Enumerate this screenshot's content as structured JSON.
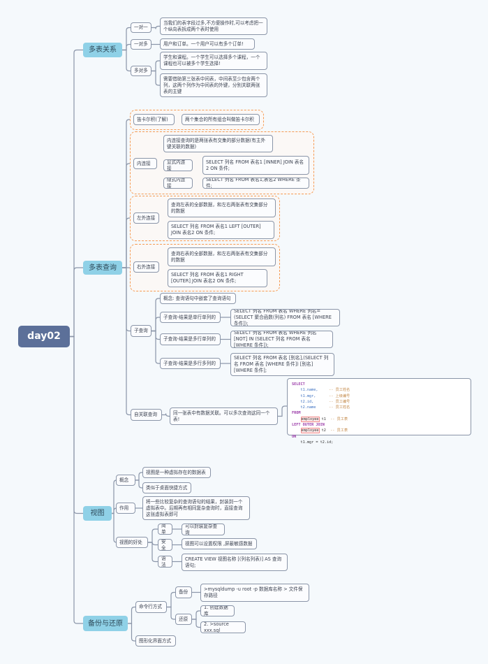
{
  "root": "day02",
  "rel": {
    "title": "多表关系",
    "one_one": "一对一",
    "one_one_d": "当我们的表字段过多,不方便操作时,可以考虑把一个纵向表拆成两个表时使用",
    "one_many": "一对多",
    "one_many_d": "用户和订单。一个用户可以有多个订单!",
    "many_many": "多对多",
    "many_many_d1": "学生和课程。一个学生可以选择多个课程，一个课程也可以被多个学生选择!",
    "many_many_d2": "需要借助第三张表中间表，中间表至少包含两个列，这两个列作为中间表的外键，分别关联两张表的主键"
  },
  "query": {
    "title": "多表查询",
    "cartesian": "笛卡尔积(了解)",
    "cartesian_d": "两个集合的所有组合叫做笛卡尔积",
    "inner": "内连接",
    "inner_d": "内连接查询的是两张表有交集的部分数据(有主外键关联的数据)",
    "explicit": "显式内连接",
    "explicit_sql": "SELECT 列名 FROM 表名1 [INNER] JOIN 表名2 ON 条件;",
    "implicit": "隐式内连接",
    "implicit_sql": "SELECT 列名 FROM 表名1,表名2 WHERE 条件;",
    "left": "左外连接",
    "left_d": "查询左表的全部数据，和左右两张表有交集部分的数据",
    "left_sql": "SELECT 列名 FROM 表名1 LEFT [OUTER] JOIN 表名2 ON 条件;",
    "right": "右外连接",
    "right_d": "查询右表的全部数据，和左右两张表有交集部分的数据",
    "right_sql": "SELECT 列名 FROM 表名1 RIGHT [OUTER] JOIN 表名2 ON 条件;",
    "sub": "子查询",
    "sub_concept": "概念: 查询语句中嵌套了查询语句",
    "sub1": "子查询-结果是单行单列的",
    "sub1_sql": "SELECT 列名 FROM 表名 WHERE 列名=(SELECT 聚合函数(列名) FROM 表名 [WHERE 条件]);",
    "sub2": "子查询-结果是多行单列的",
    "sub2_sql": "SELECT 列名 FROM 表名 WHERE 列名 [NOT] IN (SELECT 列名 FROM 表名 [WHERE 条件]);",
    "sub3": "子查询-结果是多行多列的",
    "sub3_sql": "SELECT 列名 FROM 表名 [别名],(SELECT 列名 FROM 表名 [WHERE 条件]) [别名] [WHERE 条件];",
    "self": "自关联查询",
    "self_d": "同一张表中有数据关联。可以多次查询这同一个表!",
    "code": {
      "select": "SELECT",
      "f1": "t1.name,",
      "c1": "-- 员工姓名",
      "f2": "t1.mgr,",
      "c2": "-- 上级编号",
      "f3": "t2.id,",
      "c3": "-- 员工编号",
      "f4": "t2.name",
      "c4": "-- 员工姓名",
      "from": "FROM",
      "tbl": "employee",
      "a1": "t1",
      "ct": "-- 员工表",
      "join": "LEFT OUTER JOIN",
      "a2": "t2",
      "on": "ON",
      "cond": "t1.mgr = t2.id;"
    }
  },
  "view": {
    "title": "视图",
    "concept": "概念",
    "c1": "视图是一种虚拟存在的数据表",
    "c2": "类似于桌面快捷方式",
    "use": "作用",
    "use_d": "将一些比较复杂的查询语句的结果，封装到一个虚拟表中。后期再有相同复杂查询时，直接查询这张虚拟表即可",
    "benefit": "视图的好处",
    "simple": "简单",
    "simple_d": "可以封装复杂查询",
    "safe": "安全",
    "safe_d": "视图可以设置权限 ,屏蔽敏感数据",
    "syntax": "语法",
    "syntax_d": "CREATE VIEW 视图名称 [(列名列表)] AS 查询语句;"
  },
  "backup": {
    "title": "备份与还原",
    "cli": "命令行方式",
    "bk": "备份",
    "bk_d": ">mysqldump -u root -p 数据库名称 > 文件保存路径",
    "rs": "还原",
    "rs1": "1. 创建数据库",
    "rs2": "2. >source xxx.sql",
    "gui": "图形化界面方式"
  }
}
